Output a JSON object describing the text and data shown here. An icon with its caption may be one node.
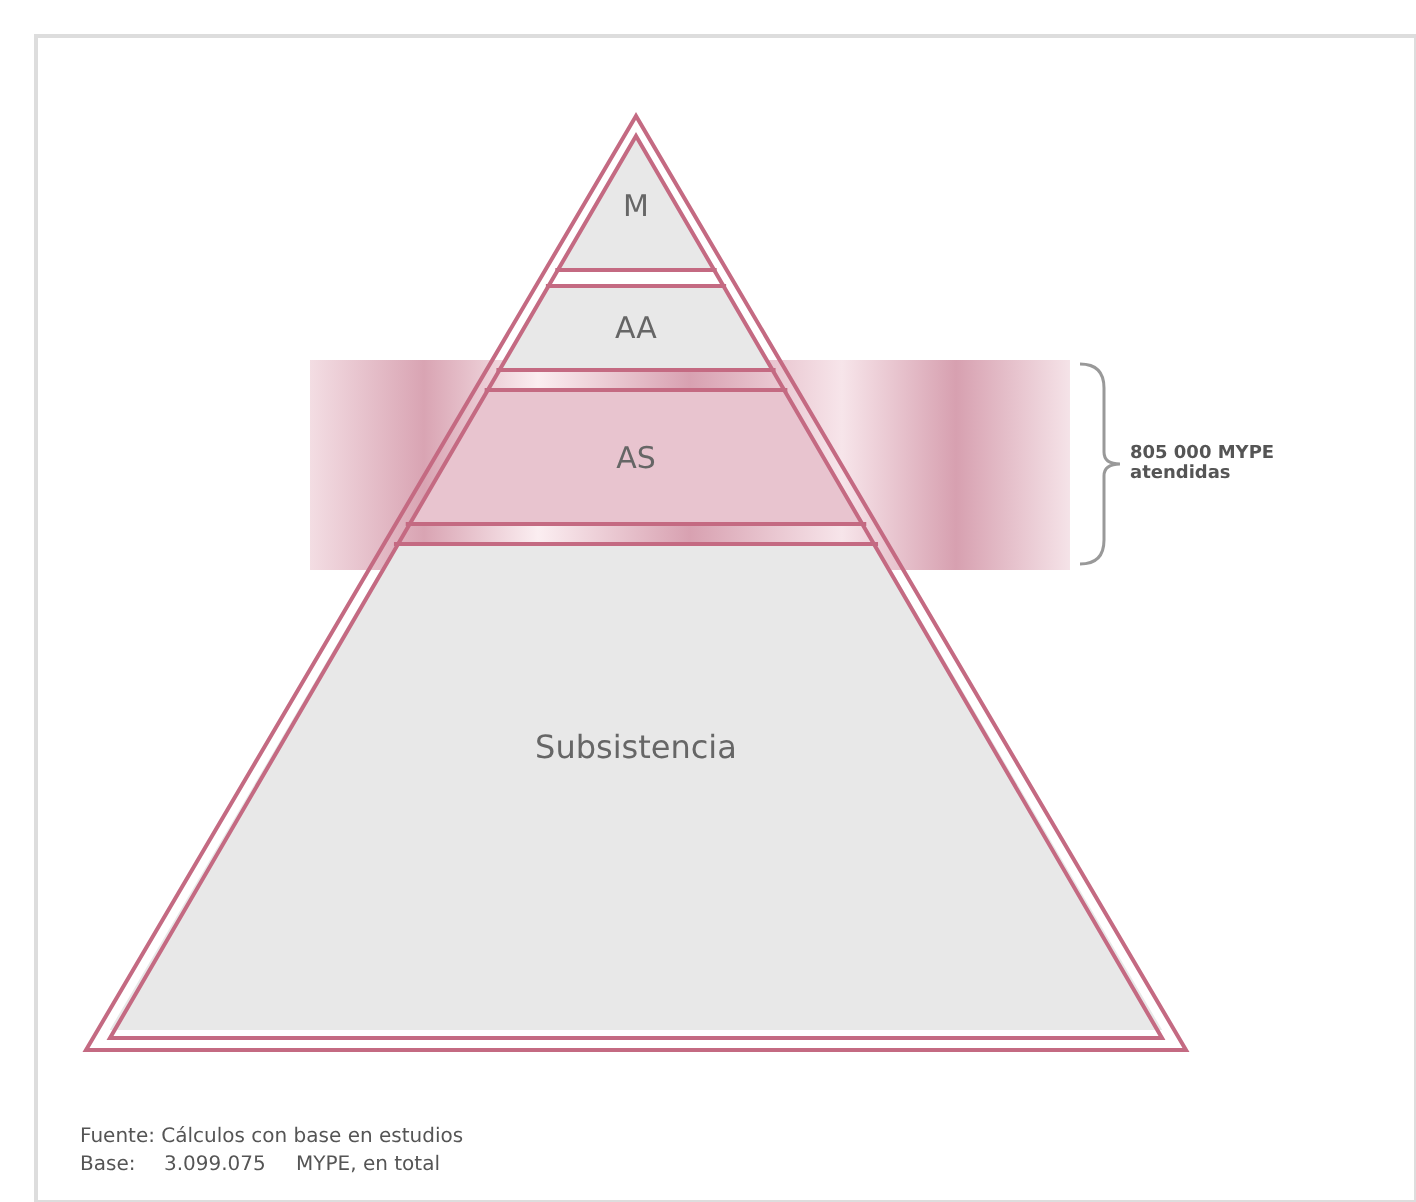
{
  "diagram": {
    "nodes": [
      {
        "text": [
          "M"
        ]
      },
      {
        "text": [
          "AA"
        ]
      },
      {
        "text": [
          "AS"
        ]
      },
      {
        "text": [
          "Subsistencia"
        ]
      }
    ],
    "labels": [
      "805 000 MYPE atendidas",
      "Fuente: Cálculos con base en estudios",
      "Base:",
      "3.099.075",
      "MYPE, en total"
    ]
  }
}
